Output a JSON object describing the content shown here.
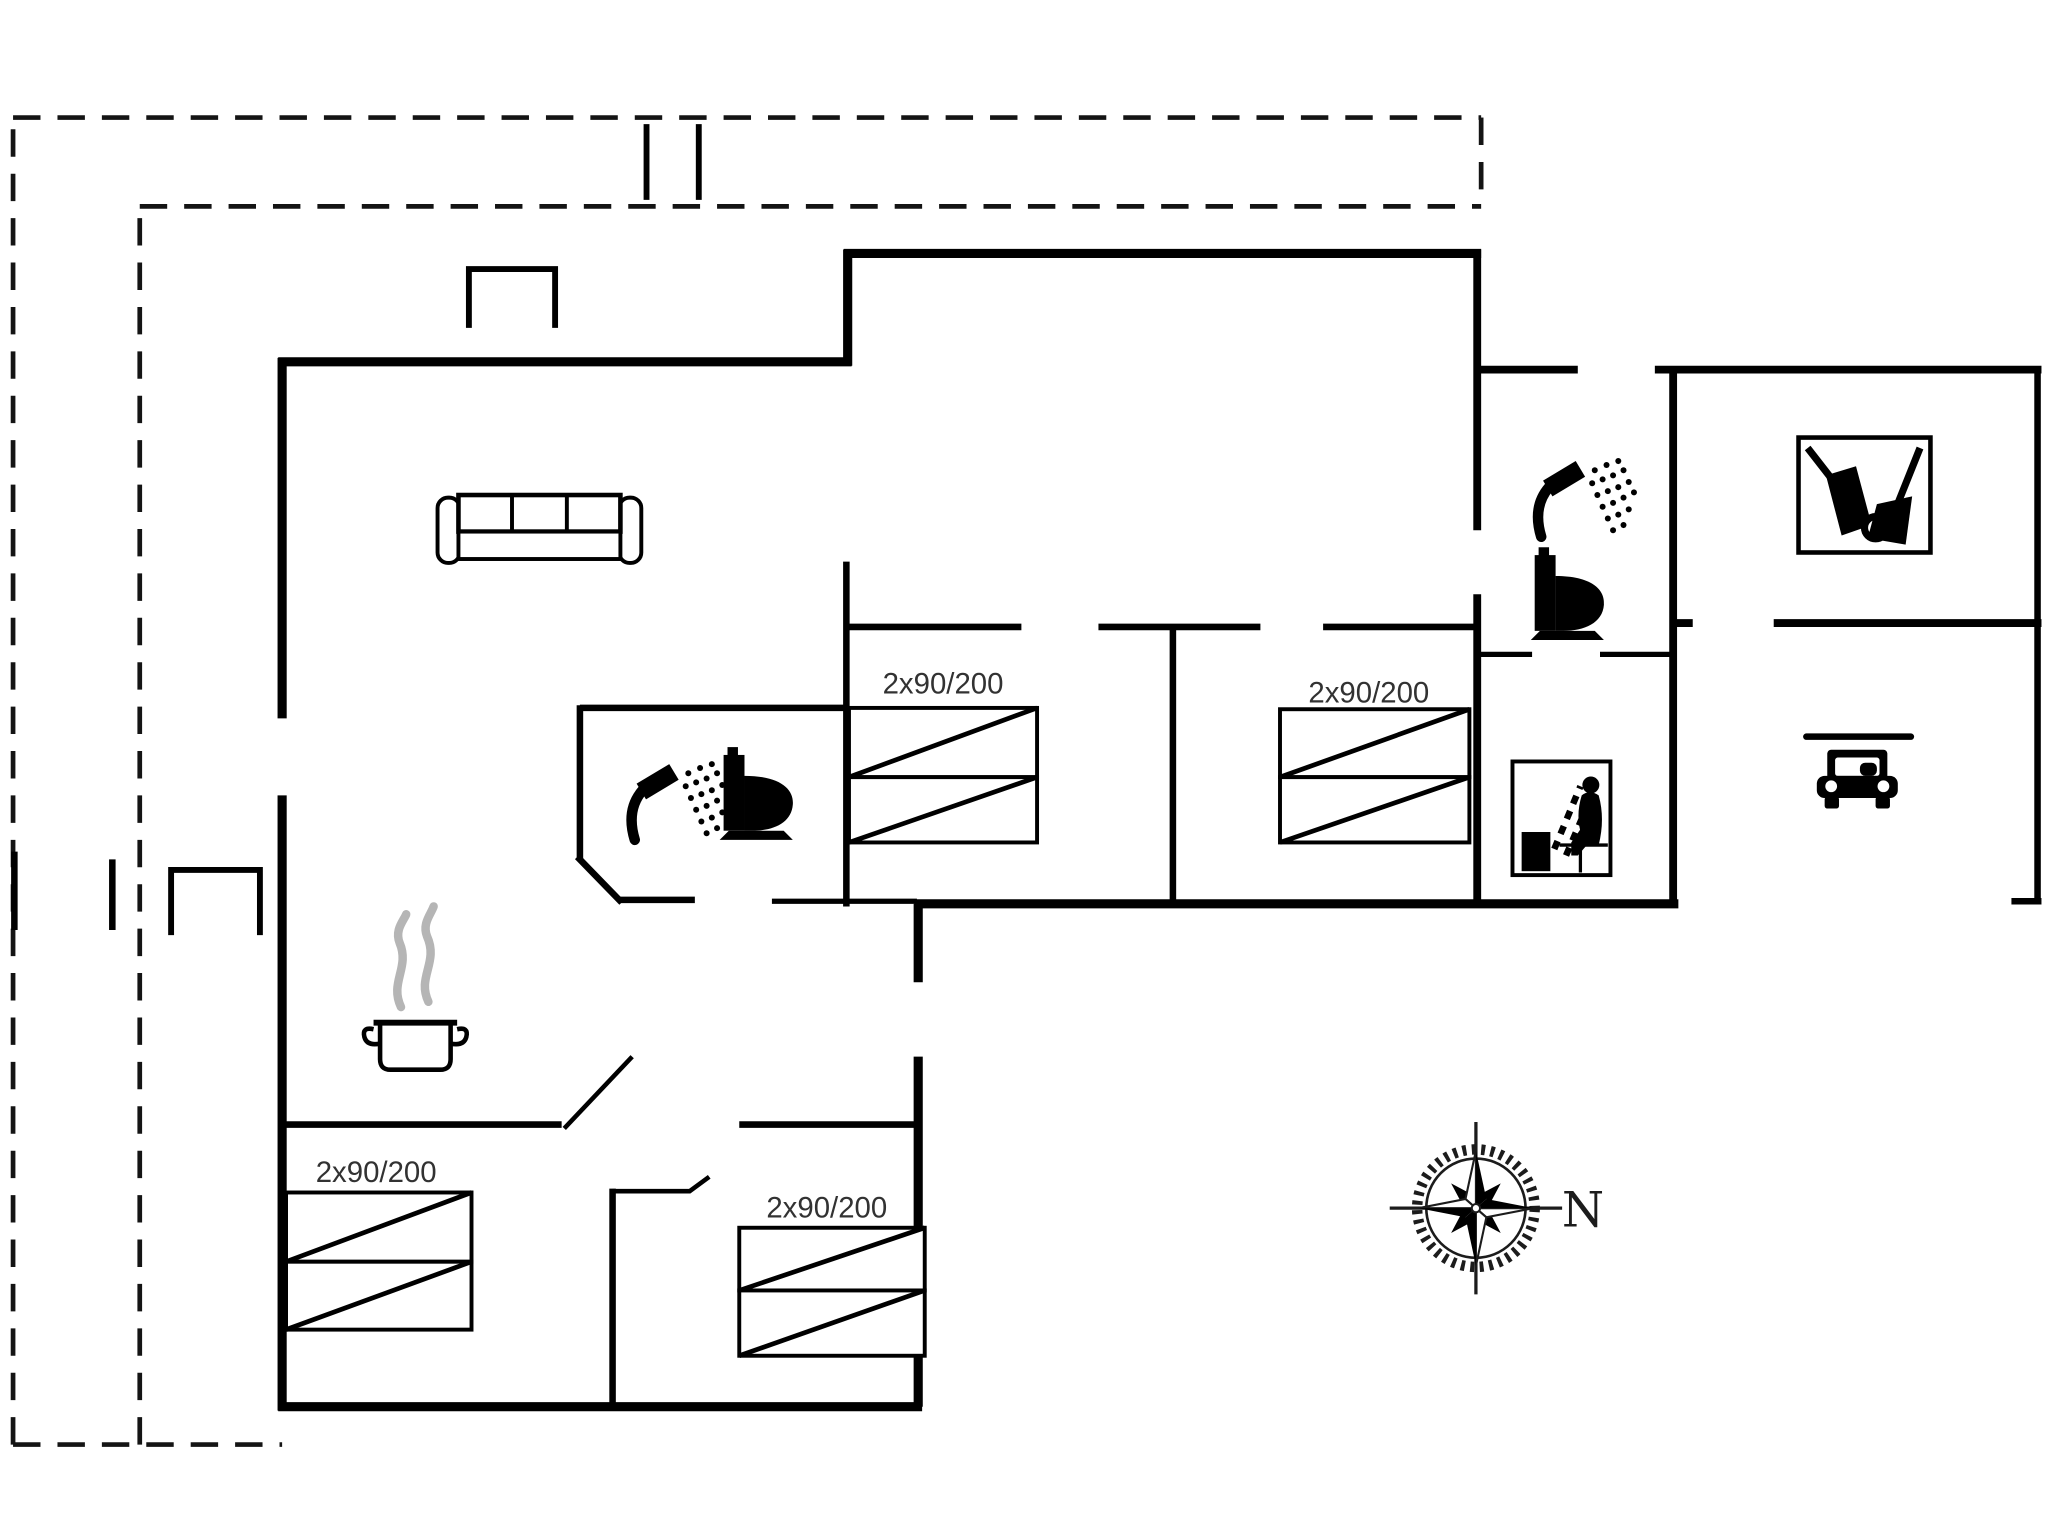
{
  "document": {
    "kind": "floor-plan-drawing",
    "background": "#ffffff"
  },
  "colors": {
    "wall": "#000000",
    "boundary_dash": "#141414",
    "label_text": "#323232",
    "steam": "#b5b5b5"
  },
  "beds": [
    {
      "room": "bedroom-1-middle",
      "label": "2x90/200"
    },
    {
      "room": "bedroom-2-middle-right",
      "label": "2x90/200"
    },
    {
      "room": "bedroom-3-bottom-left",
      "label": "2x90/200"
    },
    {
      "room": "bedroom-4-bottom-middle",
      "label": "2x90/200"
    }
  ],
  "compass": {
    "north_label": "N"
  },
  "icons": {
    "living_room": "sofa-icon",
    "bathroom_middle": [
      "shower-icon",
      "toilet-icon"
    ],
    "bathroom_right": [
      "shower-icon",
      "toilet-icon"
    ],
    "sauna_room": "sauna-person-icon",
    "kitchen": "steaming-pot-icon",
    "storage_room": "fireplace-tools-icon",
    "carport": "car-icon",
    "site": "compass-rose-icon"
  }
}
